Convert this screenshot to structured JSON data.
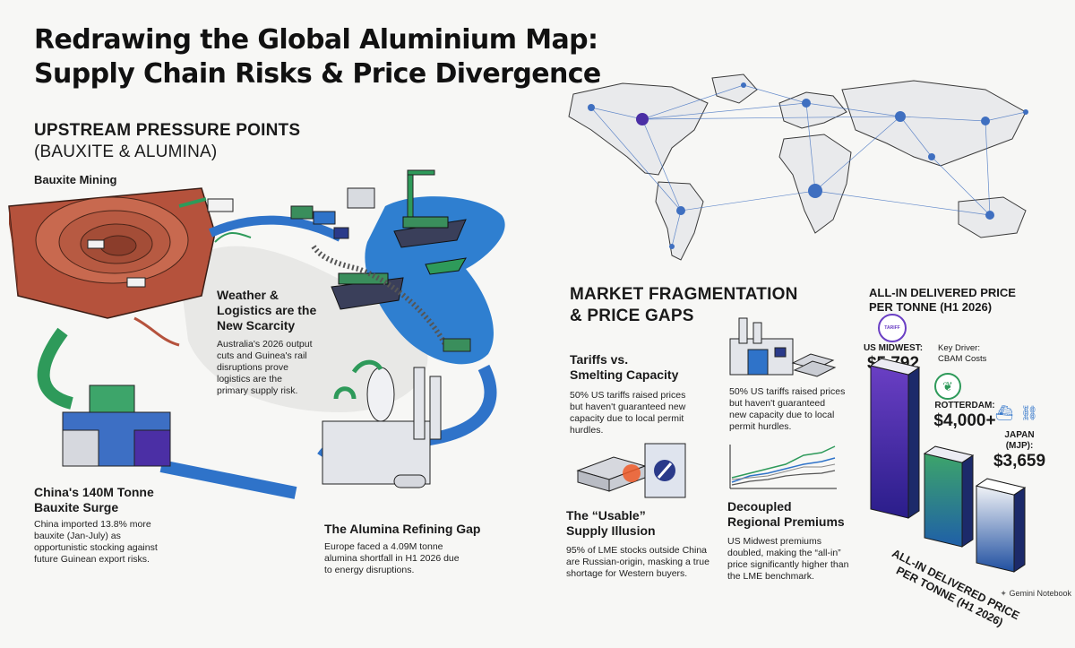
{
  "title_line1": "Redrawing the Global Aluminium Map:",
  "title_line2": "Supply Chain Risks & Price Divergence",
  "upstream": {
    "heading_line1": "UPSTREAM PRESSURE POINTS",
    "heading_line2": "(BAUXITE & ALUMINA)",
    "mining_label": "Bauxite Mining",
    "weather": {
      "title_line1": "Weather &",
      "title_line2": "Logistics are the",
      "title_line3": "New Scarcity",
      "body_line1": "Australia's 2026 output",
      "body_line2": "cuts and Guinea's rail",
      "body_line3": "disruptions prove",
      "body_line4": "logistics are the",
      "body_line5": "primary supply risk."
    },
    "china": {
      "title_line1": "China's 140M Tonne",
      "title_line2": "Bauxite Surge",
      "body_line1": "China imported 13.8% more",
      "body_line2": "bauxite (Jan-July) as",
      "body_line3": "opportunistic stocking against",
      "body_line4": "future Guinean export risks."
    },
    "alumina": {
      "title": "The Alumina Refining Gap",
      "body_line1": "Europe faced a 4.09M tonne",
      "body_line2": "alumina shortfall in H1 2026 due",
      "body_line3": "to energy disruptions."
    }
  },
  "market": {
    "heading_line1": "MARKET FRAGMENTATION",
    "heading_line2": "& PRICE GAPS",
    "tariffs": {
      "title_line1": "Tariffs vs.",
      "title_line2": "Smelting Capacity",
      "body_line1": "50% US tariffs raised prices",
      "body_line2": "but haven't guaranteed new",
      "body_line3": "capacity due to local permit",
      "body_line4": "hurdles."
    },
    "tariffs_dup": {
      "body_line1": "50% US tariffs raised prices",
      "body_line2": "but haven't guaranteed",
      "body_line3": "new capacity due to local",
      "body_line4": "permit hurdles."
    },
    "usable": {
      "title_line1": "The “Usable”",
      "title_line2": "Supply Illusion",
      "body_line1": "95% of LME stocks outside China",
      "body_line2": "are Russian-origin, masking a true",
      "body_line3": "shortage for Western buyers."
    },
    "decoupled": {
      "title_line1": "Decoupled",
      "title_line2": "Regional Premiums",
      "body_line1": "US Midwest premiums",
      "body_line2": "doubled, making the “all-in”",
      "body_line3": "price significantly higher than",
      "body_line4": "the LME benchmark."
    }
  },
  "prices": {
    "heading_line1": "ALL-IN DELIVERED PRICE",
    "heading_line2": "PER TONNE (H1 2026)",
    "rotated_line1": "ALL-IN DELIVERED PRICE",
    "rotated_line2": "PER TONNE (H1 2026)",
    "stamp_text": "TARIFF",
    "key_driver_line1": "Key Driver:",
    "key_driver_line2": "CBAM Costs",
    "bars": [
      {
        "label_line1": "US MIDWEST:",
        "label_line2": "",
        "value": "$5,792",
        "amount": 5792,
        "color_top": "#6a3fc4",
        "color_bottom": "#2a1d8a"
      },
      {
        "label_line1": "ROTTERDAM:",
        "label_line2": "",
        "value": "$4,000+",
        "amount": 4000,
        "color_top": "#3da56a",
        "color_bottom": "#1f5fa8"
      },
      {
        "label_line1": "JAPAN",
        "label_line2": "(MJP):",
        "value": "$3,659",
        "amount": 3659,
        "color_top": "#f1f3f7",
        "color_bottom": "#1f4fa0"
      }
    ]
  },
  "footer": "Gemini Notebook",
  "colors": {
    "purple": "#3b2a9a",
    "green": "#2e9a5a",
    "blue": "#2f73c9",
    "earth": "#b5523c",
    "sea": "#2f7fd0"
  }
}
